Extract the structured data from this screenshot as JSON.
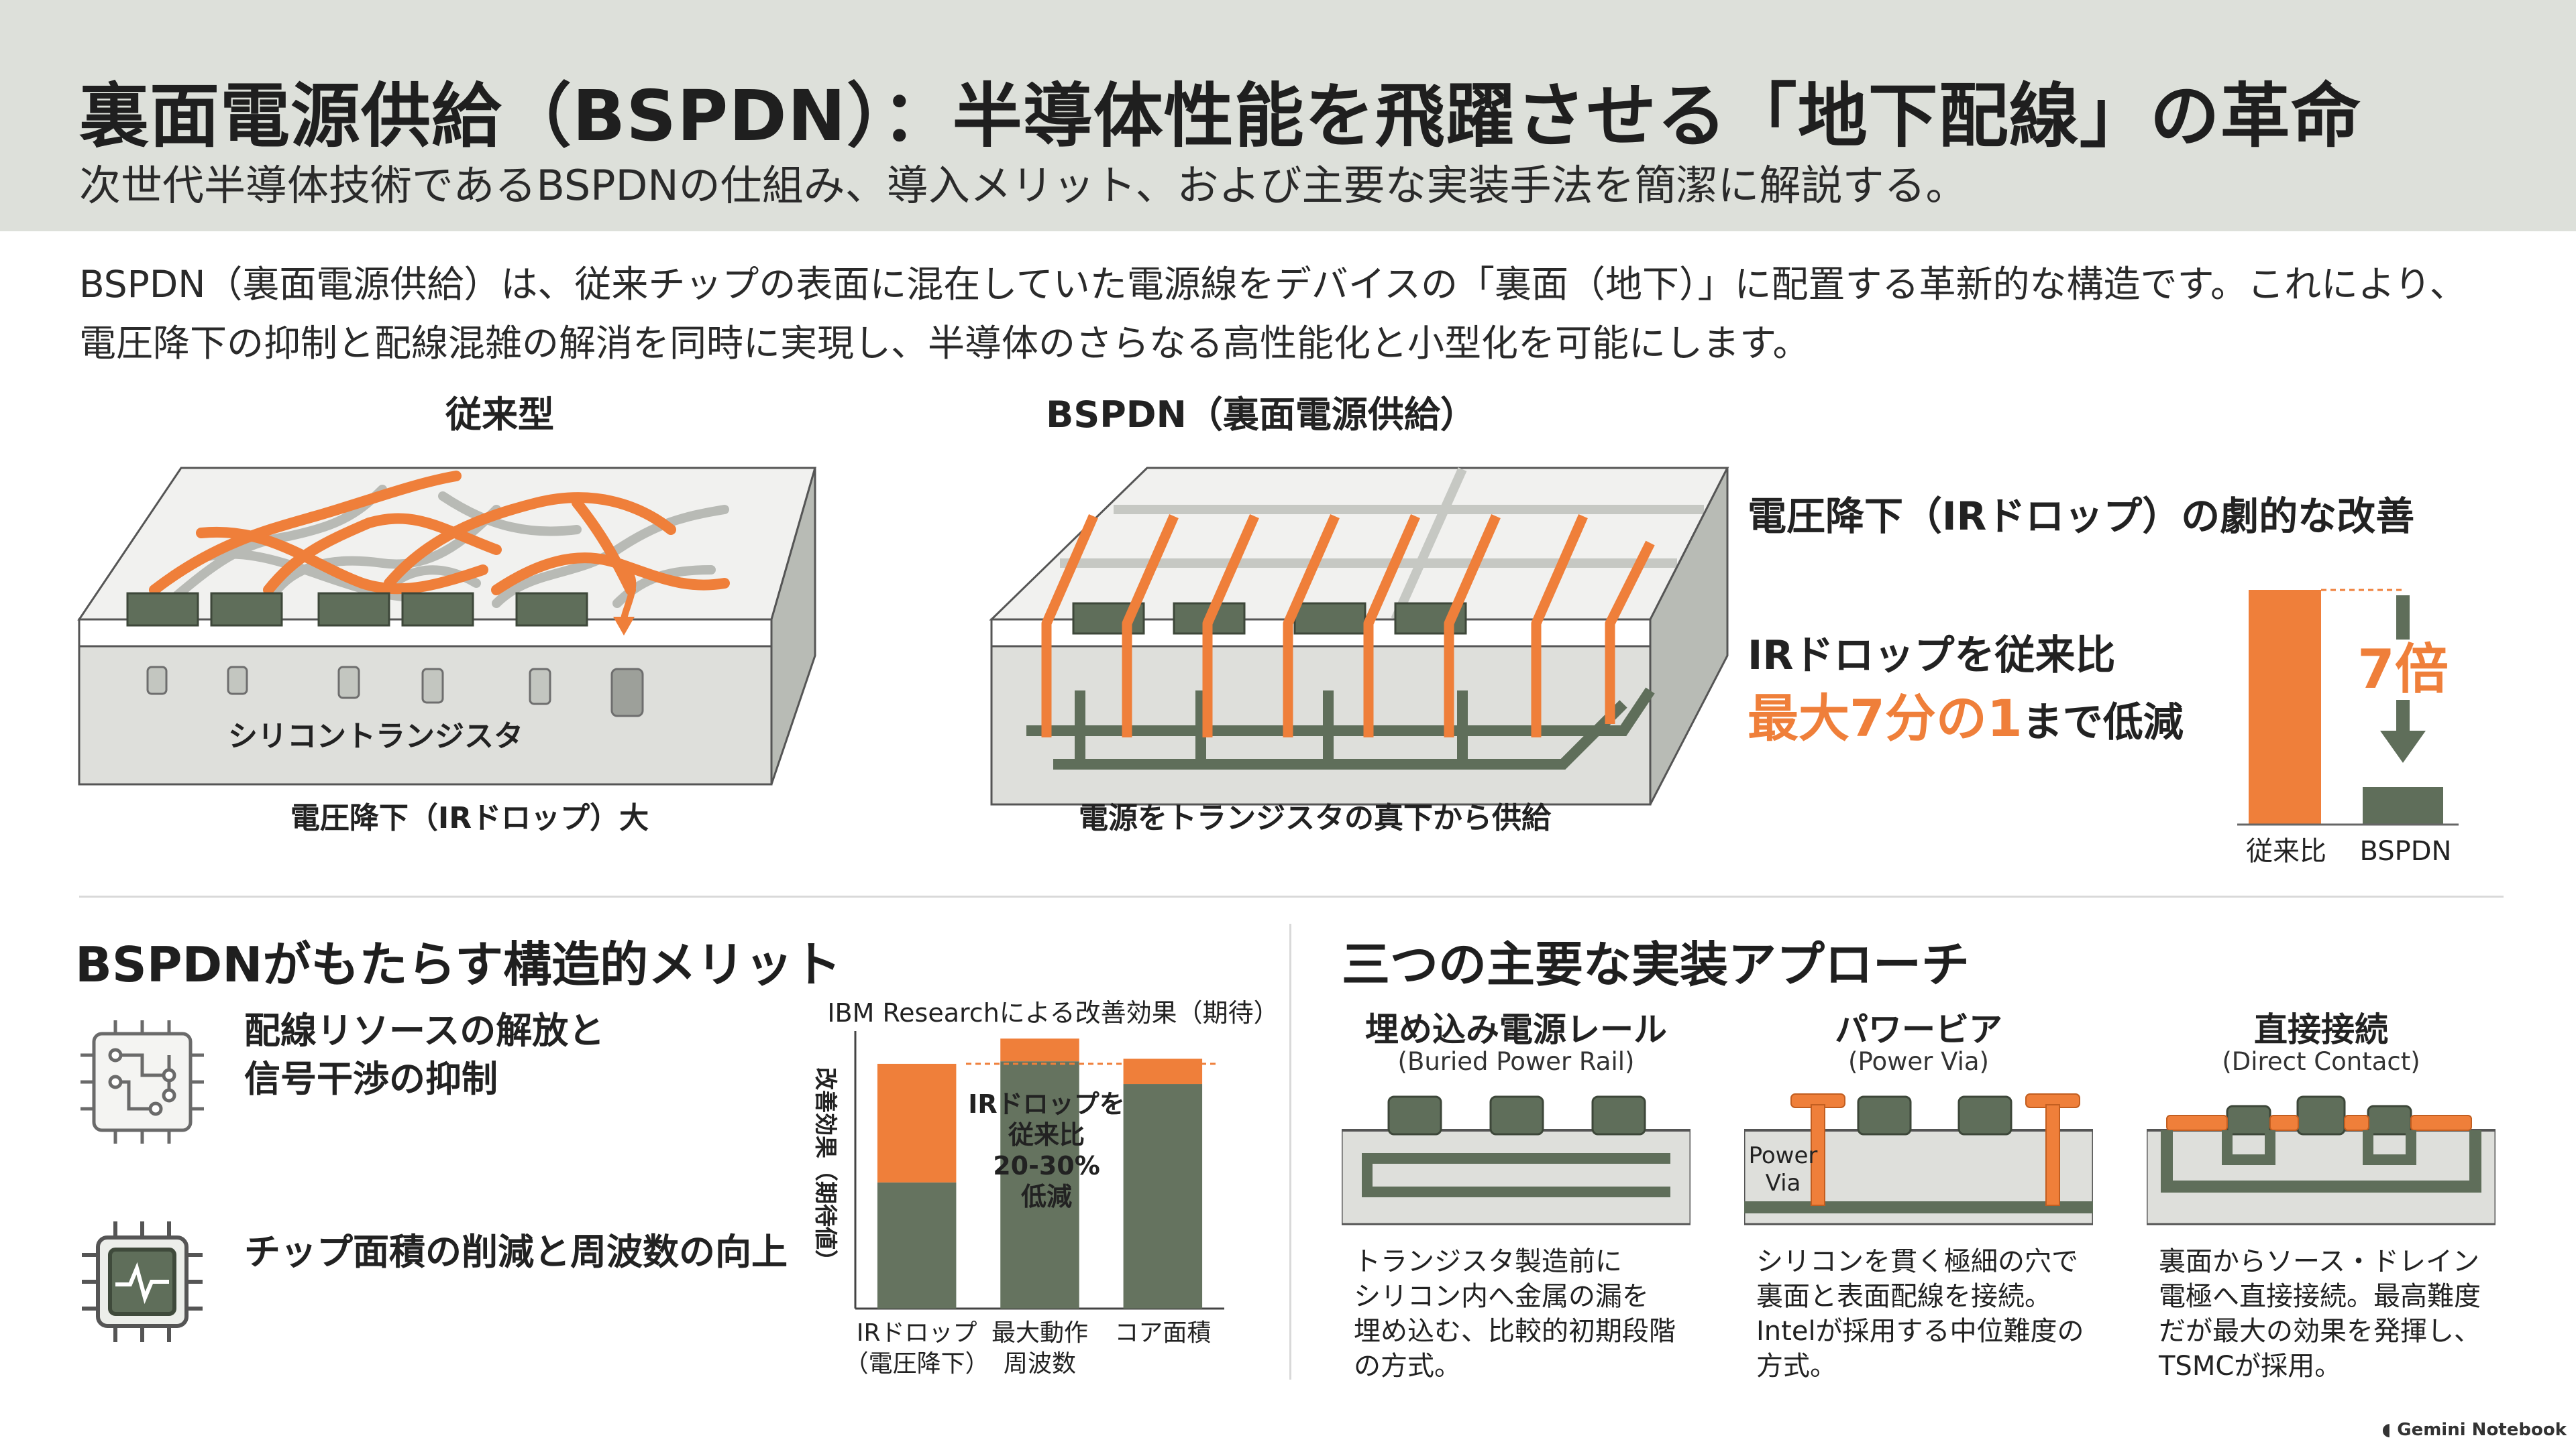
{
  "header": {
    "title": "裏面電源供給（BSPDN）：半導体性能を飛躍させる「地下配線」の革命",
    "subtitle": "次世代半導体技術であるBSPDNの仕組み、導入メリット、および主要な実装手法を簡潔に解説する。"
  },
  "intro": {
    "line1": "BSPDN（裏面電源供給）は、従来チップの表面に混在していた電源線をデバイスの「裏面（地下）」に配置する革新的な構造です。これにより、",
    "line2": "電圧降下の抑制と配線混雑の解消を同時に実現し、半導体のさらなる高性能化と小型化を可能にします。"
  },
  "diagrams": {
    "conventional": {
      "title": "従来型",
      "inner_label": "シリコントランジスタ",
      "caption": "電圧降下（IRドロップ）大"
    },
    "bspdn": {
      "title": "BSPDN（裏面電源供給）",
      "caption": "電源をトランジスタの真下から供給"
    }
  },
  "ir_drop": {
    "heading": "電圧降下（IRドロップ）の劇的な改善",
    "line1": "IRドロップを従来比",
    "highlight": "最大7分の1",
    "line2_tail": "まで低減",
    "factor_label": "7倍",
    "bar_labels": [
      "従来比",
      "BSPDN"
    ],
    "bar_values": [
      7,
      1
    ]
  },
  "merits": {
    "title": "BSPDNがもたらす構造的メリット",
    "item1": {
      "icon": "circuit-chip-icon",
      "line1": "配線リソースの解放と",
      "line2": "信号干渉の抑制"
    },
    "item2": {
      "icon": "pulse-chip-icon",
      "line1": "チップ面積の削減と周波数の向上"
    }
  },
  "chart_data": {
    "type": "bar",
    "title": "IBM Researchによる改善効果（期待）",
    "ylabel": "改善効果（期待値）",
    "categories": [
      "IRドロップ（電圧降下）",
      "最大動作周波数",
      "コア面積"
    ],
    "category_lines": [
      [
        "IRドロップ",
        "（電圧降下）"
      ],
      [
        "最大動作",
        "周波数"
      ],
      [
        "コア面積"
      ]
    ],
    "series": [
      {
        "color": "#65735f",
        "values": [
          0.5,
          0.98,
          0.89
        ]
      },
      {
        "color": "#ef7f3a",
        "values": [
          0.47,
          0.09,
          0.1
        ]
      }
    ],
    "ylim": [
      0,
      1.1
    ],
    "annotation": [
      "IRドロップを",
      "従来比",
      "20-30%",
      "低減"
    ]
  },
  "approaches": {
    "title": "三つの主要な実装アプローチ",
    "items": [
      {
        "title": "埋め込み電源レール",
        "subtitle": "(Buried Power Rail)",
        "desc": [
          "トランジスタ製造前に",
          "シリコン内へ金属の漏を",
          "埋め込む、比較的初期段階",
          "の方式。"
        ]
      },
      {
        "title": "パワービア",
        "subtitle": "(Power Via)",
        "inner_label": [
          "Power",
          "Via"
        ],
        "desc": [
          "シリコンを貫く極細の穴で",
          "裏面と表面配線を接続。",
          "Intelが採用する中位難度の",
          "方式。"
        ]
      },
      {
        "title": "直接接続",
        "subtitle": "(Direct Contact)",
        "desc": [
          "裏面からソース・ドレイン",
          "電極へ直接接続。最高難度",
          "だが最大の効果を発揮し、",
          "TSMCが採用。"
        ]
      }
    ]
  },
  "footer": {
    "brand": "Gemini Notebook"
  },
  "colors": {
    "orange": "#ef7f3a",
    "dark_green": "#5f6e5a",
    "header_bg": "#dde0da",
    "silicon": "#dedfdb"
  }
}
